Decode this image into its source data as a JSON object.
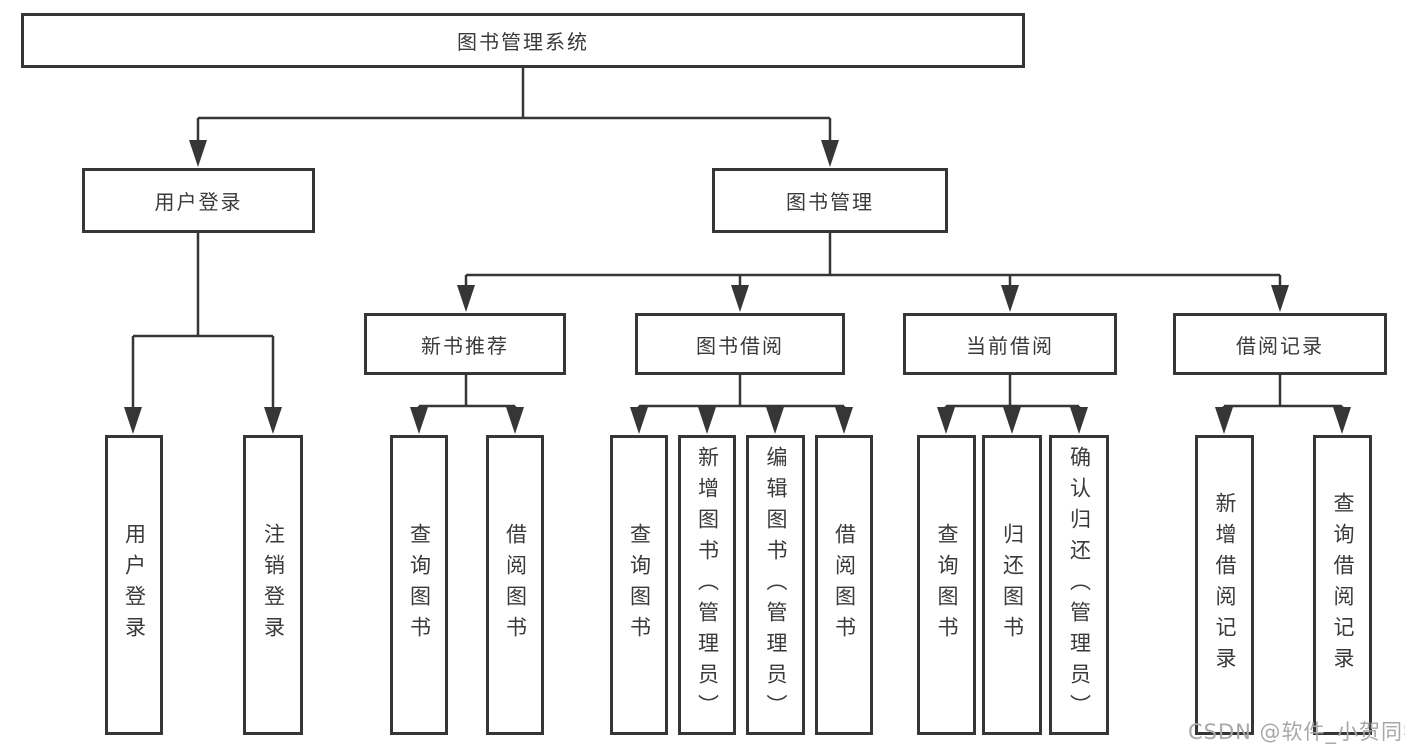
{
  "tree": {
    "root": {
      "label": "图书管理系统",
      "children": [
        {
          "label": "用户登录",
          "children": [
            {
              "label": "用户登录"
            },
            {
              "label": "注销登录"
            }
          ]
        },
        {
          "label": "图书管理",
          "children": [
            {
              "label": "新书推荐",
              "children": [
                {
                  "label": "查询图书"
                },
                {
                  "label": "借阅图书"
                }
              ]
            },
            {
              "label": "图书借阅",
              "children": [
                {
                  "label": "查询图书"
                },
                {
                  "label": "新增图书（管理员）"
                },
                {
                  "label": "编辑图书（管理员）"
                },
                {
                  "label": "借阅图书"
                }
              ]
            },
            {
              "label": "当前借阅",
              "children": [
                {
                  "label": "查询图书"
                },
                {
                  "label": "归还图书"
                },
                {
                  "label": "确认归还（管理员）"
                }
              ]
            },
            {
              "label": "借阅记录",
              "children": [
                {
                  "label": "新增借阅记录"
                },
                {
                  "label": "查询借阅记录"
                }
              ]
            }
          ]
        }
      ]
    }
  },
  "watermark": {
    "text": "CSDN @软件_小贺同学"
  },
  "colors": {
    "line": "#363636",
    "box_border": "#363636",
    "text": "#3a3a3a",
    "watermark": "#a8a8a8",
    "background": "#ffffff"
  }
}
